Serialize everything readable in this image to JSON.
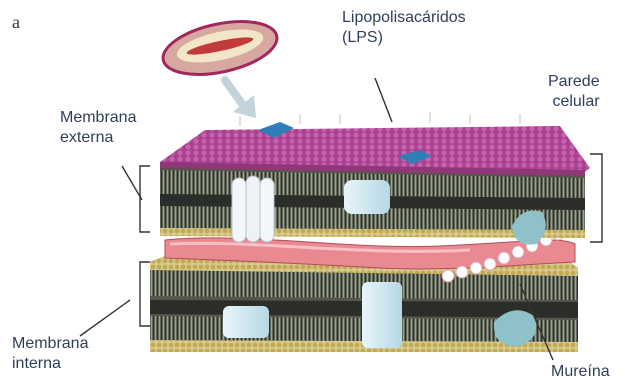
{
  "figure": {
    "panel_letter": "a",
    "labels": {
      "lps_line1": "Lipopolisacáridos",
      "lps_line2": "(LPS)",
      "cell_wall_line1": "Parede",
      "cell_wall_line2": "celular",
      "outer_membrane_line1": "Membrana",
      "outer_membrane_line2": "externa",
      "inner_membrane_line1": "Membrana",
      "inner_membrane_line2": "interna",
      "murein": "Mureína"
    },
    "colors": {
      "lps_surface": "#b24a9c",
      "lipid_tails": "#3b3b3b",
      "head_groups": "#c9b36a",
      "peptidoglycan": "#e98a93",
      "protein": "#cde7f0",
      "bacterium_outline": "#a0285e",
      "label_text": "#2f3f5b"
    }
  }
}
